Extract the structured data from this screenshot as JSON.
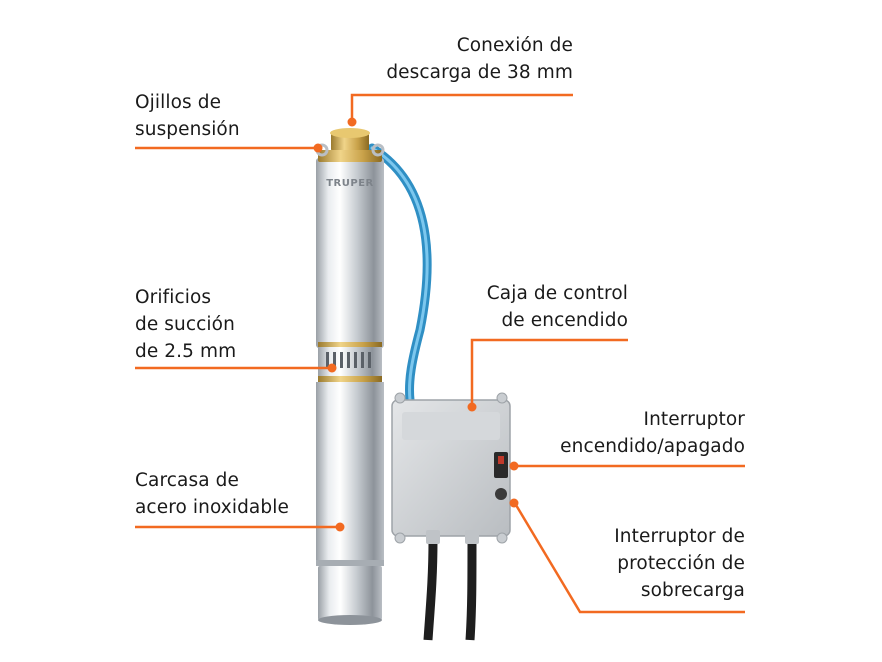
{
  "brand": "TRUPER",
  "colors": {
    "accent": "#F26A21",
    "text": "#1a1a1a",
    "hose": "#3BA6DC",
    "brass": "#C9A24A"
  },
  "callouts": {
    "discharge": {
      "lines": [
        "Conexión de",
        "descarga de 38 mm"
      ]
    },
    "suspension": {
      "lines": [
        "Ojillos de",
        "suspensión"
      ]
    },
    "suction": {
      "lines": [
        "Orificios",
        "de succión",
        "de 2.5 mm"
      ]
    },
    "housing": {
      "lines": [
        "Carcasa de",
        "acero inoxidable"
      ]
    },
    "control_box": {
      "lines": [
        "Caja de control",
        "de encendido"
      ]
    },
    "switch": {
      "lines": [
        "Interruptor",
        "encendido/apagado"
      ]
    },
    "overload": {
      "lines": [
        "Interruptor de",
        "protección de",
        "sobrecarga"
      ]
    }
  }
}
